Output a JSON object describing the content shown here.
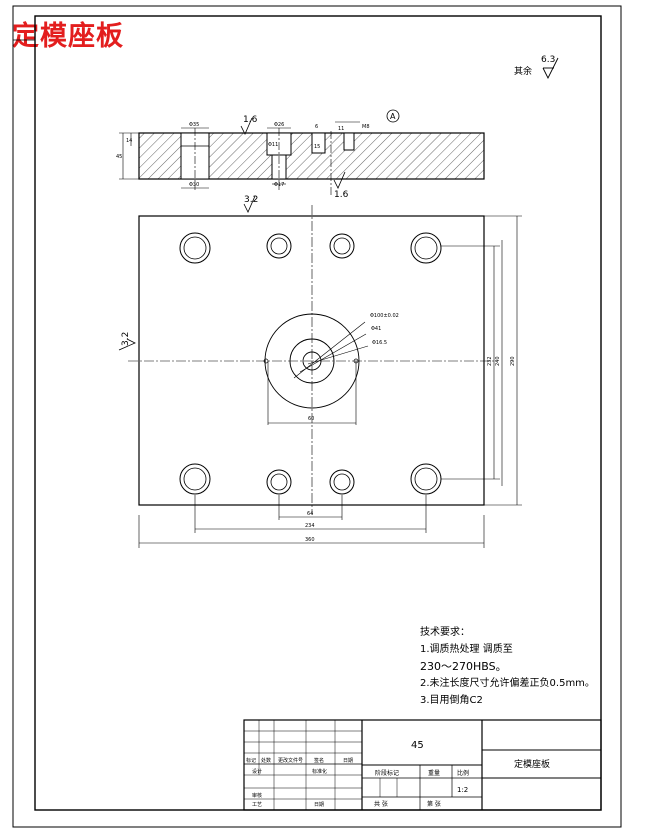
{
  "heading": "定模座板",
  "surface_finish": {
    "remaining_label": "其余",
    "remaining_value": "6.3",
    "top_value": "1.6",
    "bottom_value": "1.6",
    "side_value": "3.2",
    "front_value": "3.2"
  },
  "detail_marker": "A",
  "section_dims": {
    "d1": "Φ35",
    "d2": "Φ30",
    "d3": "Φ26",
    "d4": "Φ17",
    "d5": "Φ11",
    "d6": "M8",
    "t1": "6",
    "t2": "11",
    "t3": "15",
    "t4": "M8",
    "thk": "45",
    "h1": "14"
  },
  "plan_dims": {
    "locating_ring": "Φ100±0.02",
    "center_ring": "Φ41",
    "sprue": "Φ16.5",
    "ring_w": "60",
    "holes_x": "64",
    "pitch_x": "234",
    "total_w": "360",
    "pitch_y1": "232",
    "pitch_y2": "240",
    "total_h": "290"
  },
  "tech_requirements": {
    "title": "技术要求：",
    "items": [
      "1.调质热处理 调质至",
      "230～270HBS。",
      "2.未注长度尺寸允许偏差正负0.5mm。",
      "3.目用倒角C2"
    ]
  },
  "title_block": {
    "material": "45",
    "part_name": "定模座板",
    "scale": "1:2",
    "headers": [
      "标记",
      "处数",
      "更改文件号",
      "签名",
      "日期"
    ],
    "roles": [
      "设计",
      "标准化",
      "审核",
      "工艺",
      "日期"
    ],
    "stage_label": "阶段标记",
    "weight_label": "重量",
    "ratio_label": "比例",
    "sheets_total": "共  张",
    "sheet_no": "第  张"
  }
}
